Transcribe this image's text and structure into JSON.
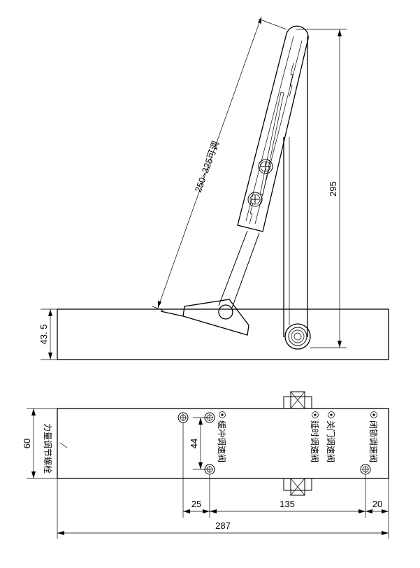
{
  "dimensions": {
    "arm_length": "250~325可调",
    "height_total": "295",
    "body_height": "43. 5",
    "body_depth": "60",
    "valve_spacing_vertical": "44",
    "offset_left": "25",
    "valve_spacing": "135",
    "offset_right": "20",
    "overall_length": "287"
  },
  "labels": {
    "force_screw": "力量调节螺栓",
    "buffer_valve": "缓冲调速阀",
    "close_valve": "关门调速阀",
    "delay_valve": "延时调速阀",
    "latch_valve": "闭锁调速阀"
  },
  "colors": {
    "line": "#000000",
    "background": "#ffffff"
  }
}
